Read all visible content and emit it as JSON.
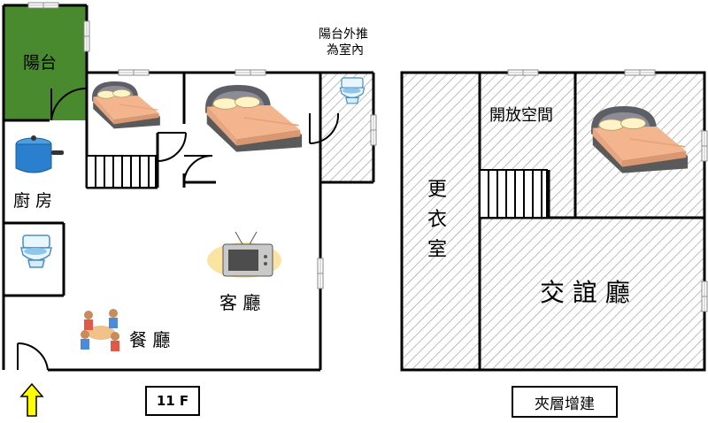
{
  "left_plan": {
    "rooms": {
      "balcony": "陽台",
      "kitchen": "廚 房",
      "living": "客 廳",
      "dining": "餐 廳"
    },
    "note": [
      "陽台外推",
      "為室內"
    ],
    "floor_tag": "11 F"
  },
  "right_plan": {
    "rooms": {
      "dressing": [
        "更",
        "衣",
        "室"
      ],
      "open_space": "開放空間",
      "lounge": "交 誼 廳"
    },
    "floor_tag": "夾層增建"
  },
  "colors": {
    "balcony_fill": "#4a8a2e",
    "wall": "#000000",
    "hatch": "#9a9a9a",
    "entry_arrow": "#ffff00",
    "bed_cover": "#f2b58e",
    "bed_frame": "#5e5e66"
  },
  "icons": [
    "bed-icon",
    "toilet-icon",
    "cooking-pot-icon",
    "tv-icon",
    "dining-people-icon",
    "entry-arrow-icon",
    "window-icon",
    "door-swing-icon",
    "stairs-icon"
  ]
}
